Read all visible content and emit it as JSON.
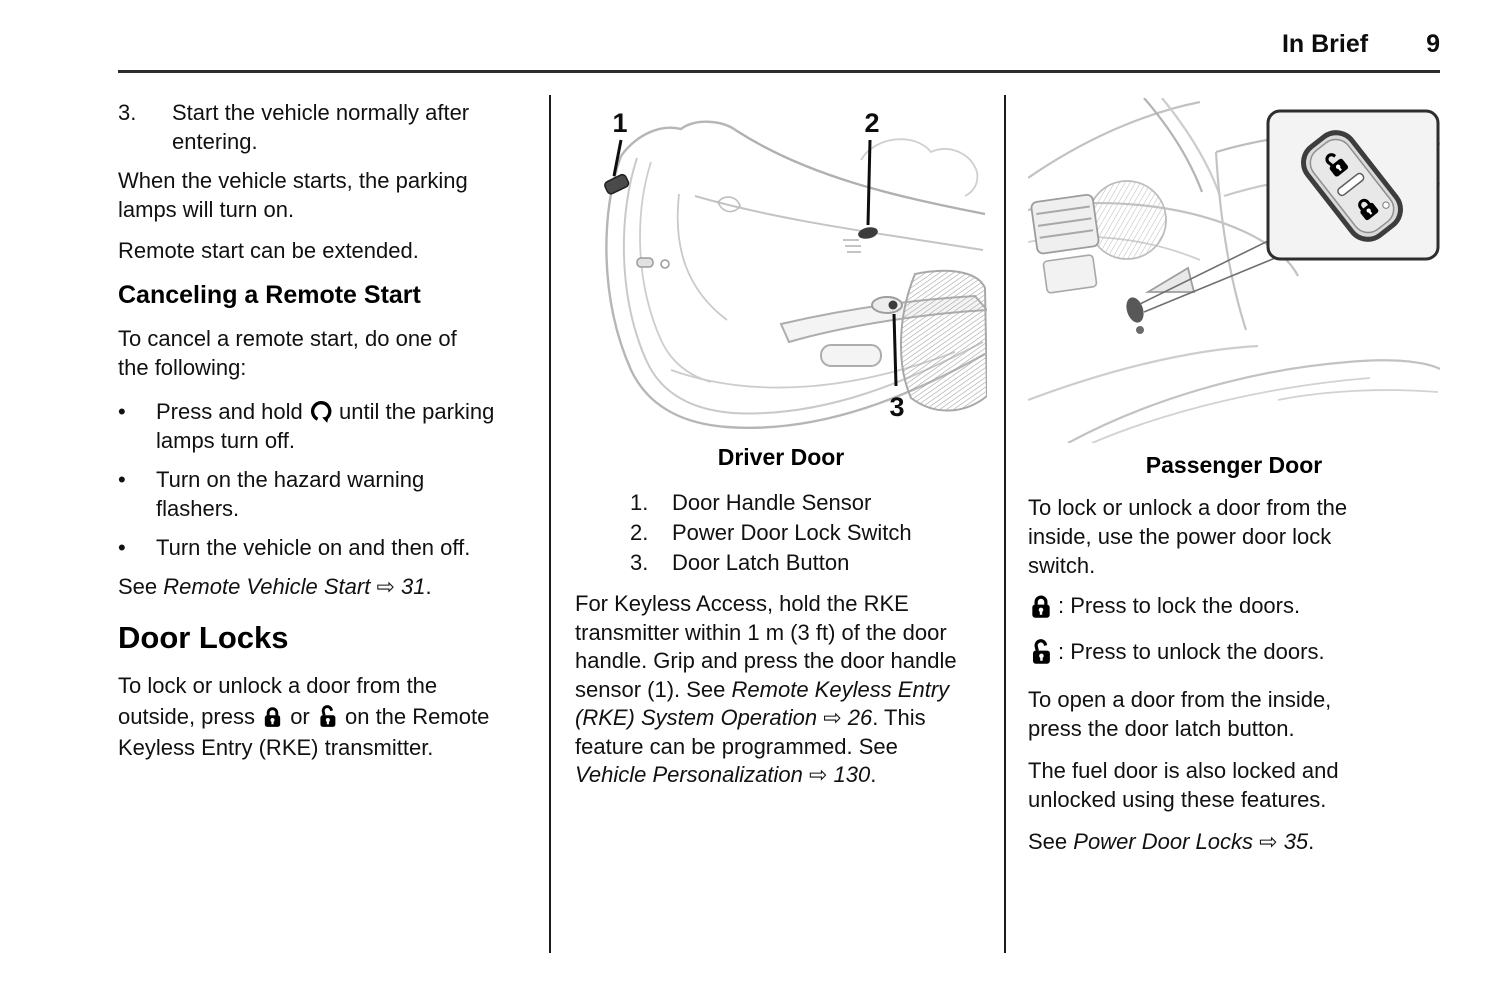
{
  "header": {
    "title": "In Brief",
    "page_number": "9"
  },
  "icons": {
    "lock": "padlock-closed",
    "unlock": "padlock-open",
    "remote_start": "circular-arrow",
    "reference_arrow": "⇨",
    "bullet": "•"
  },
  "left": {
    "step": {
      "number": "3.",
      "text": "Start the vehicle normally after entering."
    },
    "para_parking": "When the vehicle starts, the parking lamps will turn on.",
    "para_extend": "Remote start can be extended.",
    "heading_cancel": "Canceling a Remote Start",
    "para_cancel_intro": "To cancel a remote start, do one of the following:",
    "bullet_marker": "•",
    "bullets": [
      {
        "pre": "Press and hold ",
        "post": " until the parking lamps turn off."
      },
      {
        "text": "Turn on the hazard warning flashers."
      },
      {
        "text": "Turn the vehicle on and then off."
      }
    ],
    "see_remote": {
      "pre": "See ",
      "title": "Remote Vehicle Start",
      "arrow": " ⇨ ",
      "page": "31",
      "end": "."
    },
    "heading_doors": "Door Locks",
    "para_doors": {
      "s1": "To lock or unlock a door from the outside, press ",
      "s2": " or ",
      "s3": " on the Remote Keyless Entry (RKE) transmitter."
    }
  },
  "middle": {
    "callouts": {
      "c1": "1",
      "c2": "2",
      "c3": "3"
    },
    "caption": "Driver Door",
    "legend": [
      {
        "num": "1.",
        "label": "Door Handle Sensor"
      },
      {
        "num": "2.",
        "label": "Power Door Lock Switch"
      },
      {
        "num": "3.",
        "label": "Door Latch Button"
      }
    ],
    "para_keyless": {
      "s1": "For Keyless Access, hold the RKE transmitter within 1 m (3 ft) of the door handle. Grip and press the door handle sensor (1). See ",
      "ref1": "Remote Keyless Entry (RKE) System Operation",
      "arrow1": " ⇨ ",
      "page1": "26",
      "s2": ". This feature can be programmed. See ",
      "ref2": "Vehicle Personalization",
      "arrow2": " ⇨ ",
      "page2": "130",
      "s3": "."
    }
  },
  "right": {
    "caption": "Passenger Door",
    "para_inside": "To lock or unlock a door from the inside, use the power door lock switch.",
    "lock_instruction": ": Press to lock the doors.",
    "unlock_instruction": ": Press to unlock the doors.",
    "para_latch": "To open a door from the inside, press the door latch button.",
    "para_fuel": "The fuel door is also locked and unlocked using these features.",
    "see_power": {
      "pre": "See ",
      "title": "Power Door Locks",
      "arrow": " ⇨ ",
      "page": "35",
      "end": "."
    }
  }
}
